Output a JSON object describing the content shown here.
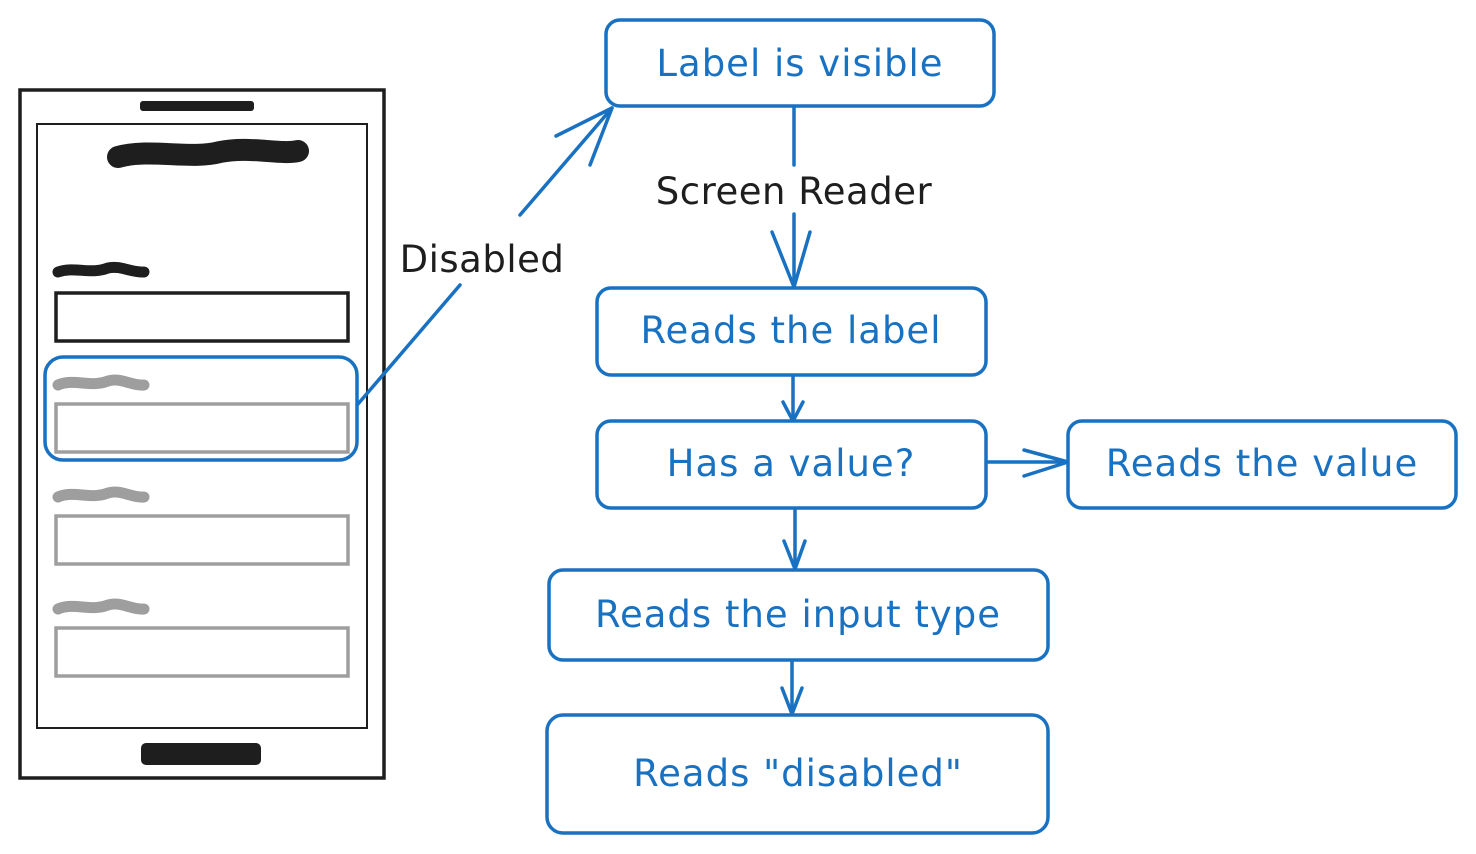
{
  "diagram": {
    "nodes": {
      "label_visible": "Label is visible",
      "reads_label": "Reads the label",
      "has_value": "Has a value?",
      "reads_value": "Reads the value",
      "reads_input_type": "Reads the input type",
      "reads_disabled": "Reads \"disabled\""
    },
    "edges": {
      "disabled": "Disabled",
      "screen_reader": "Screen Reader"
    }
  },
  "colors": {
    "accent": "#1971c2",
    "ink": "#1e1e1e",
    "muted": "#9e9e9e"
  }
}
